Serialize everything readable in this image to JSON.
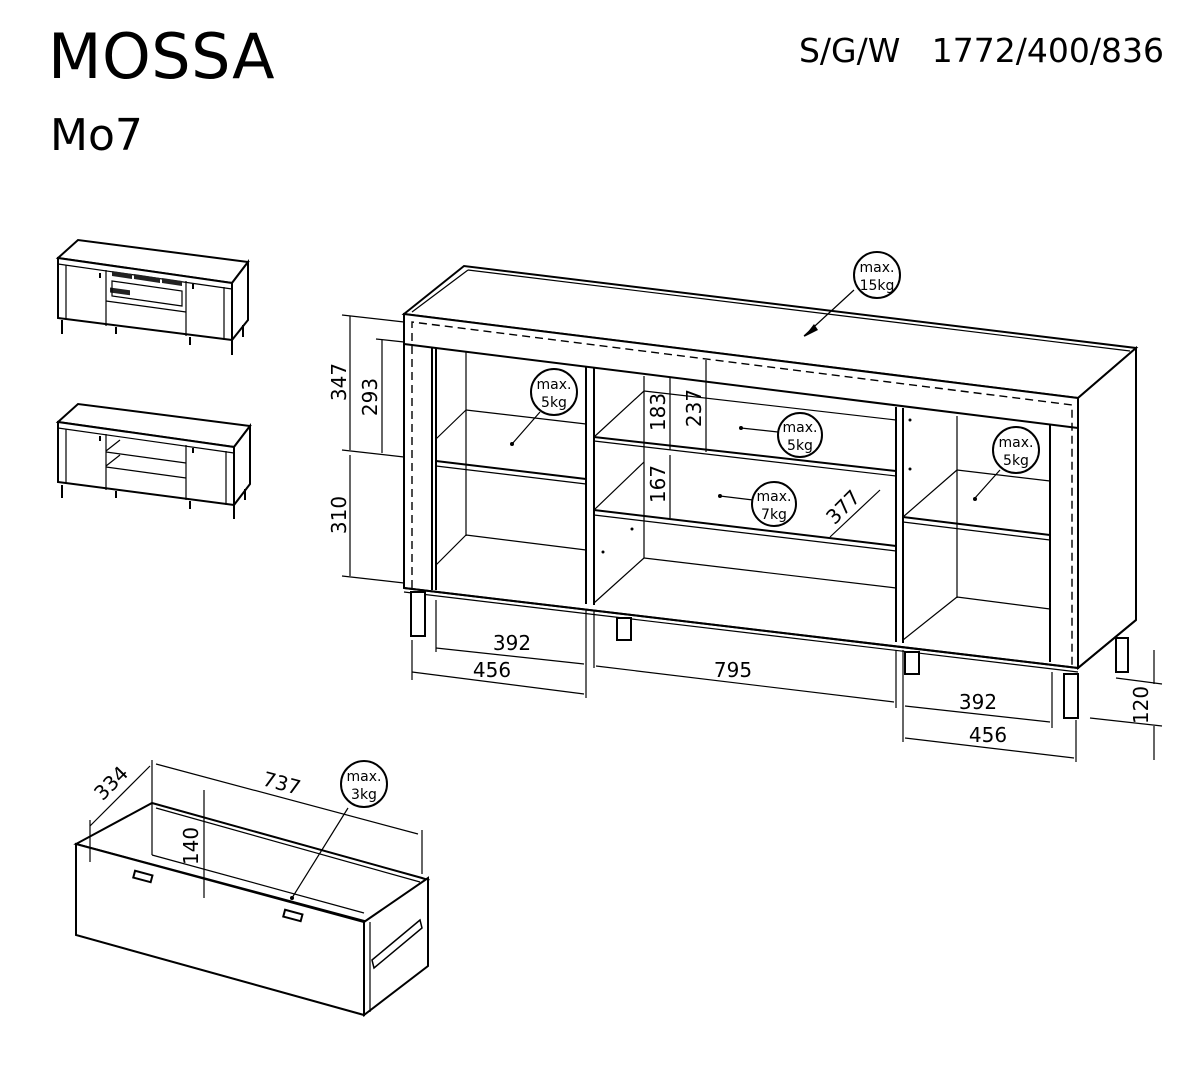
{
  "header": {
    "product_name": "MOSSA",
    "model_code": "Mo7",
    "color_codes": "S/G/W",
    "dimensions_wdh": "1772/400/836",
    "spec_line": "S/G/W   1772/400/836"
  },
  "variants": [
    {
      "name": "variant-closed-front",
      "description": "Sideboard with two doors, glass-front center compartment and drawer"
    },
    {
      "name": "variant-open-shelves",
      "description": "Sideboard with two doors, open center shelves and drawer"
    }
  ],
  "main_view": {
    "load_labels": {
      "top": {
        "line1": "max.",
        "line2": "15kg"
      },
      "left_shelf": {
        "line1": "max.",
        "line2": "5kg"
      },
      "center_upper_shelf": {
        "line1": "max.",
        "line2": "5kg"
      },
      "center_lower_shelf": {
        "line1": "max.",
        "line2": "7kg"
      },
      "right_shelf": {
        "line1": "max.",
        "line2": "5kg"
      }
    },
    "dimensions": {
      "left_upper_outer": "347",
      "left_upper_inner": "293",
      "left_lower": "310",
      "center_upper_inner": "183",
      "center_upper_outer": "237",
      "center_lower": "167",
      "shelf_depth": "377",
      "left_inner_width": "392",
      "left_outer_width": "456",
      "center_width": "795",
      "right_inner_width": "392",
      "right_outer_width": "456",
      "leg_height": "120"
    }
  },
  "drawer_view": {
    "load_label": {
      "line1": "max.",
      "line2": "3kg"
    },
    "dimensions": {
      "depth": "334",
      "length": "737",
      "height": "140"
    }
  }
}
